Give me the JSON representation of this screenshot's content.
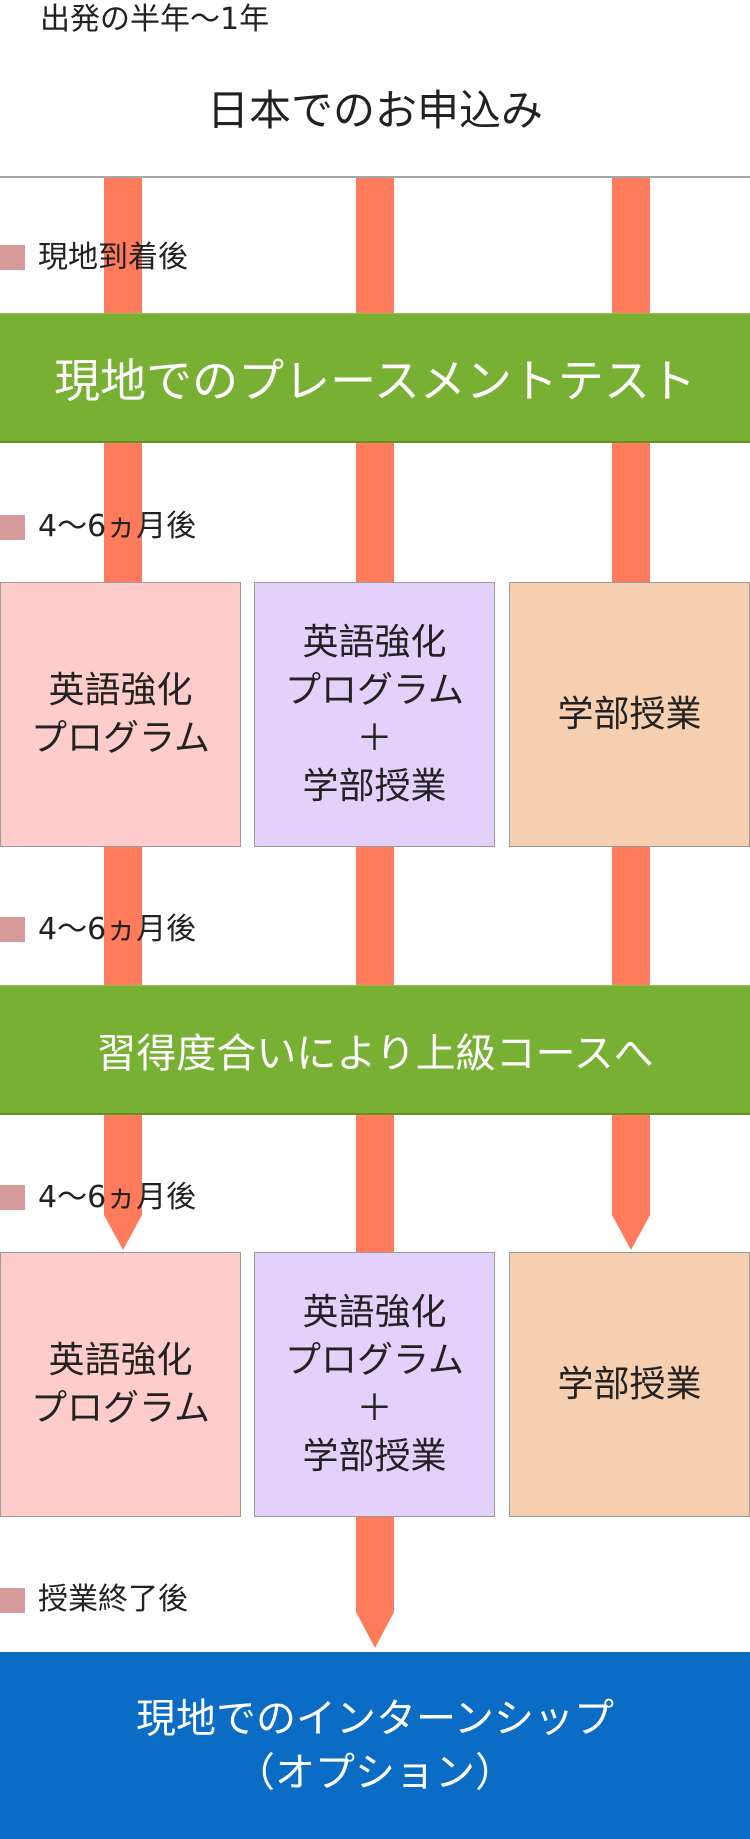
{
  "colors": {
    "arrow": "#ff7b5c",
    "green": "#77b032",
    "blue": "#0a6cc4",
    "pink": "#ffcccc",
    "purple": "#e3d1fb",
    "peach": "#f5cfb0",
    "marker": "#d69a9a"
  },
  "header": {
    "timing": "出発の半年～1年",
    "application": "日本でのお申込み"
  },
  "steps": {
    "arrival": "現地到着後",
    "placement_test": "現地でのプレースメントテスト",
    "after_1": "4～6ヵ月後",
    "advance": "習得度合いにより上級コースへ",
    "after_2": "4～6ヵ月後",
    "after_3": "4～6ヵ月後",
    "course_end": "授業終了後"
  },
  "row1": {
    "english": [
      "英語強化",
      "プログラム"
    ],
    "combined": [
      "英語強化",
      "プログラム",
      "＋",
      "学部授業"
    ],
    "faculty": [
      "学部授業"
    ]
  },
  "row2": {
    "english": [
      "英語強化",
      "プログラム"
    ],
    "combined": [
      "英語強化",
      "プログラム",
      "＋",
      "学部授業"
    ],
    "faculty": [
      "学部授業"
    ]
  },
  "internship": {
    "line1": "現地でのインターンシップ",
    "line2": "（オプション）"
  }
}
